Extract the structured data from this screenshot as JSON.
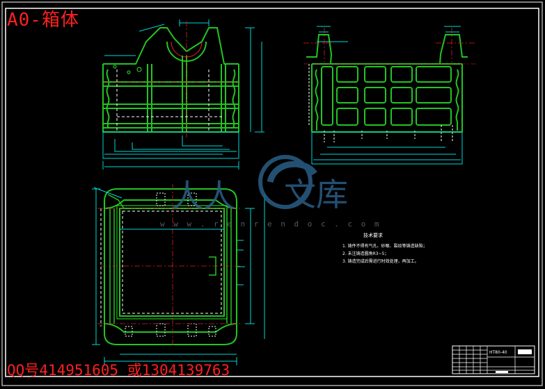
{
  "title": "A0-箱体",
  "contact": "QQ号414951605  或1304139763",
  "watermark": {
    "text": "人人文库",
    "url": "w w w . r e n r e n d o c . c o m"
  },
  "tech_notes": {
    "heading": "技术要求",
    "items": [
      "1. 铸件不得有气孔、砂眼、裂纹等铸造缺陷；",
      "2. 未注铸造圆角R3~5；",
      "3. 铸造完成后需进行时效处理，再加工。"
    ]
  },
  "title_block": {
    "code": "HT80-40"
  },
  "colors": {
    "background": "#000000",
    "outline": "#22c522",
    "dimension": "#00d7d7",
    "hidden": "#ffffff",
    "center": "#e02020",
    "overlay_text": "#ff2020",
    "watermark": "#2a5f86"
  }
}
